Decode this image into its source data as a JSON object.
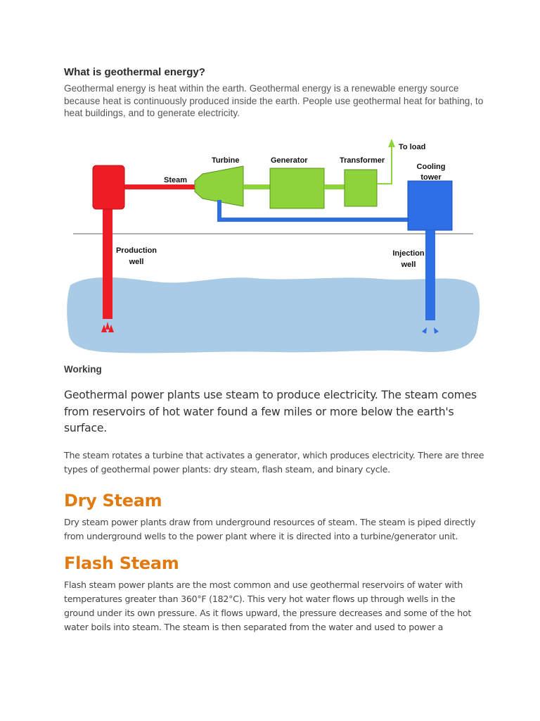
{
  "intro": {
    "heading": "What is geothermal energy?",
    "paragraph": "Geothermal energy is heat within the earth. Geothermal energy is a renewable energy source because heat is continuously produced inside the earth. People use geothermal heat for bathing, to heat buildings, and to generate electricity."
  },
  "diagram": {
    "labels": {
      "turbine": "Turbine",
      "generator": "Generator",
      "transformer": "Transformer",
      "to_load": "To load",
      "cooling_tower_line1": "Cooling",
      "cooling_tower_line2": "tower",
      "steam": "Steam",
      "production_well_line1": "Production",
      "production_well_line2": "well",
      "injection_well_line1": "Injection",
      "injection_well_line2": "well"
    },
    "colors": {
      "production": "#ee1c25",
      "equipment": "#8cd43a",
      "injection": "#2f6fe6",
      "reservoir": "#a9cbe6",
      "ground_line": "#999999"
    }
  },
  "working": {
    "heading": "Working",
    "lead": "Geothermal power plants use steam to produce electricity. The steam comes from reservoirs of hot water found a few miles or more below the earth's surface.",
    "types": "The steam rotates a turbine that activates a generator, which produces electricity. There are three types of geothermal power plants: dry steam, flash steam, and binary cycle."
  },
  "dry_steam": {
    "heading": "Dry Steam",
    "paragraph": "Dry steam power plants draw from underground resources of steam. The steam is piped directly from underground wells to the power plant where it is directed into a turbine/generator unit."
  },
  "flash_steam": {
    "heading": "Flash Steam",
    "paragraph": "Flash steam power plants are the most common and use geothermal reservoirs of water with temperatures greater than 360°F (182°C). This very hot water flows up through wells in the ground under its own pressure. As it flows upward, the pressure decreases and some of the hot water boils into steam. The steam is then separated from the water and used to power a"
  },
  "theme": {
    "section_heading_color": "#e27a12"
  }
}
